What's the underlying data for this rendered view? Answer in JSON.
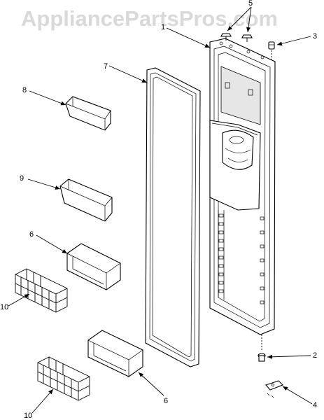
{
  "watermark": "AppliancePartsPros.com",
  "callouts": {
    "door": "1",
    "lower_hinge": "2",
    "cap": "3",
    "bottom_bracket": "4",
    "top_screws": "5",
    "shelf_lower": "6",
    "shelf_bottom": "6",
    "gasket": "7",
    "bin_top": "8",
    "bin_mid": "9",
    "rack_upper": "10",
    "rack_lower": "10"
  }
}
